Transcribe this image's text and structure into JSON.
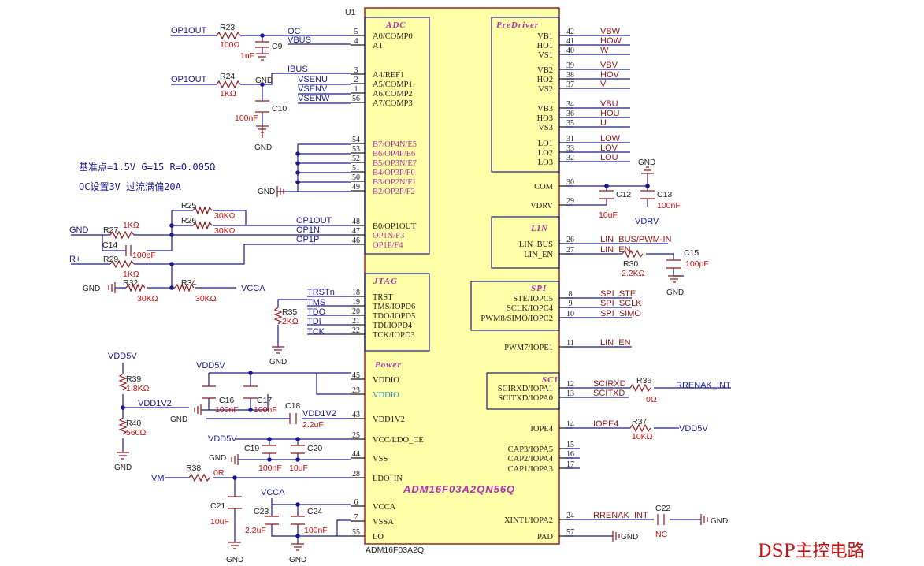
{
  "chip": {
    "ref": "U1",
    "name": "ADM16F03A2QN56Q",
    "footer": "ADM16F03A2Q"
  },
  "blocks": {
    "adc": "ADC",
    "predriver": "PreDriver",
    "lin": "LIN",
    "spi": "SPI",
    "jtag": "JTAG",
    "sci": "SCI",
    "power": "Power"
  },
  "left_pins": [
    {
      "num": "5",
      "name": "A0/COMP0",
      "style": "n"
    },
    {
      "num": "4",
      "name": "A1",
      "style": "n"
    },
    {
      "num": "3",
      "name": "A4/REF1",
      "style": "n"
    },
    {
      "num": "2",
      "name": "A5/COMP1",
      "style": "n"
    },
    {
      "num": "1",
      "name": "A6/COMP2",
      "style": "n"
    },
    {
      "num": "56",
      "name": "A7/COMP3",
      "style": "n"
    },
    {
      "num": "54",
      "name": "B7/OP4N/E5",
      "style": "m"
    },
    {
      "num": "53",
      "name": "B6/OP4P/E6",
      "style": "m"
    },
    {
      "num": "52",
      "name": "B5/OP3N/E7",
      "style": "m"
    },
    {
      "num": "51",
      "name": "B4/OP3P/F0",
      "style": "m"
    },
    {
      "num": "50",
      "name": "B3/OP2N/F1",
      "style": "m"
    },
    {
      "num": "49",
      "name": "B2/OP2P/F2",
      "style": "m"
    },
    {
      "num": "48",
      "name": "B0/OP1OUT",
      "style": "n"
    },
    {
      "num": "47",
      "name": "OP1N/F3",
      "style": "m"
    },
    {
      "num": "46",
      "name": "OP1P/F4",
      "style": "m"
    },
    {
      "num": "18",
      "name": "TRST",
      "style": "n"
    },
    {
      "num": "19",
      "name": "TMS/IOPD6",
      "style": "n"
    },
    {
      "num": "20",
      "name": "TDO/IOPD5",
      "style": "n"
    },
    {
      "num": "21",
      "name": "TDI/IOPD4",
      "style": "n"
    },
    {
      "num": "22",
      "name": "TCK/IOPD3",
      "style": "n"
    },
    {
      "num": "45",
      "name": "VDDIO",
      "style": "n"
    },
    {
      "num": "23",
      "name": "VDDIO",
      "style": "c"
    },
    {
      "num": "43",
      "name": "VDD1V2",
      "style": "n"
    },
    {
      "num": "25",
      "name": "VCC/LDO_CE",
      "style": "n"
    },
    {
      "num": "44",
      "name": "VSS",
      "style": "n"
    },
    {
      "num": "28",
      "name": "LDO_IN",
      "style": "n"
    },
    {
      "num": "6",
      "name": "VCCA",
      "style": "n"
    },
    {
      "num": "7",
      "name": "VSSA",
      "style": "n"
    },
    {
      "num": "55",
      "name": "LO",
      "style": "n"
    }
  ],
  "right_pins": [
    {
      "num": "42",
      "name": "VB1",
      "net": "VBW"
    },
    {
      "num": "41",
      "name": "HO1",
      "net": "HOW"
    },
    {
      "num": "40",
      "name": "VS1",
      "net": "W"
    },
    {
      "num": "39",
      "name": "VB2",
      "net": "VBV"
    },
    {
      "num": "38",
      "name": "HO2",
      "net": "HOV"
    },
    {
      "num": "37",
      "name": "VS2",
      "net": "V"
    },
    {
      "num": "34",
      "name": "VB3",
      "net": "VBU"
    },
    {
      "num": "36",
      "name": "HO3",
      "net": "HOU"
    },
    {
      "num": "35",
      "name": "VS3",
      "net": "U"
    },
    {
      "num": "31",
      "name": "LO1",
      "net": "LOW"
    },
    {
      "num": "33",
      "name": "LO2",
      "net": "LOV"
    },
    {
      "num": "32",
      "name": "LO3",
      "net": "LOU"
    },
    {
      "num": "30",
      "name": "COM",
      "net": ""
    },
    {
      "num": "29",
      "name": "VDRV",
      "net": ""
    },
    {
      "num": "26",
      "name": "LIN_BUS",
      "net": "LIN_BUS/PWM-IN"
    },
    {
      "num": "27",
      "name": "LIN_EN",
      "net": "LIN_EN"
    },
    {
      "num": "8",
      "name": "STE/IOPC5",
      "net": "SPI_STE"
    },
    {
      "num": "9",
      "name": "SCLK/IOPC4",
      "net": "SPI_SCLK"
    },
    {
      "num": "10",
      "name": "PWM8/SIMO/IOPC2",
      "net": "SPI_SIMO"
    },
    {
      "num": "11",
      "name": "PWM7/IOPE1",
      "net": "LIN_EN"
    },
    {
      "num": "12",
      "name": "SCIRXD/IOPA1",
      "net": "SCIRXD"
    },
    {
      "num": "13",
      "name": "SCITXD/IOPA0",
      "net": "SCITXD"
    },
    {
      "num": "14",
      "name": "IOPE4",
      "net": "IOPE4"
    },
    {
      "num": "15",
      "name": "CAP3/IOPA5",
      "net": ""
    },
    {
      "num": "16",
      "name": "CAP2/IOPA4",
      "net": ""
    },
    {
      "num": "17",
      "name": "CAP1/IOPA3",
      "net": ""
    },
    {
      "num": "24",
      "name": "XINT1/IOPA2",
      "net": "RRENAK_INT"
    },
    {
      "num": "57",
      "name": "PAD",
      "net": ""
    }
  ],
  "left_nets": {
    "op1out_a": "OP1OUT",
    "oc": "OC",
    "vbus": "VBUS",
    "op1out_b": "OP1OUT",
    "ibus": "IBUS",
    "vsenu": "VSENU",
    "vsenv": "VSENV",
    "vsenw": "VSENW",
    "op1out_c": "OP1OUT",
    "op1n": "OP1N",
    "op1p": "OP1P",
    "gnd_in": "GND",
    "rplus": "R+",
    "vcca_r34": "VCCA",
    "trstn": "TRSTn",
    "tms": "TMS",
    "tdo": "TDO",
    "tdi": "TDI",
    "tck": "TCK",
    "vdd5v_a": "VDD5V",
    "vdd1v2_a": "VDD1V2",
    "vdd5v_b": "VDD5V",
    "vdd1v2_b": "VDD1V2",
    "vdd5v_c": "VDD5V",
    "vm": "VM",
    "vcca_c23": "VCCA"
  },
  "right_nets": {
    "vdrv": "VDRV",
    "rrenak": "RRENAK_INT",
    "vdd5v": "VDD5V"
  },
  "components": {
    "r23": {
      "ref": "R23",
      "val": "100Ω"
    },
    "c9": {
      "ref": "C9",
      "val": "1nF"
    },
    "r24": {
      "ref": "R24",
      "val": "1KΩ"
    },
    "c10": {
      "ref": "C10",
      "val": "100nF"
    },
    "r25": {
      "ref": "R25",
      "val": "30KΩ"
    },
    "r26": {
      "ref": "R26",
      "val": "30KΩ"
    },
    "r27": {
      "ref": "R27",
      "val": "1KΩ"
    },
    "c14": {
      "ref": "C14",
      "val": "100pF"
    },
    "r29": {
      "ref": "R29",
      "val": "1KΩ"
    },
    "r32": {
      "ref": "R32",
      "val": "30KΩ"
    },
    "r34": {
      "ref": "R34",
      "val": "30KΩ"
    },
    "r35": {
      "ref": "R35",
      "val": "2KΩ"
    },
    "r39": {
      "ref": "R39",
      "val": "1.8KΩ"
    },
    "r40": {
      "ref": "R40",
      "val": "560Ω"
    },
    "c16": {
      "ref": "C16",
      "val": "100nF"
    },
    "c17": {
      "ref": "C17",
      "val": "100nF"
    },
    "c18": {
      "ref": "C18",
      "val": "2.2uF"
    },
    "c19": {
      "ref": "C19",
      "val": "100nF"
    },
    "c20": {
      "ref": "C20",
      "val": "10uF"
    },
    "r38": {
      "ref": "R38",
      "val": "0R"
    },
    "c21": {
      "ref": "C21",
      "val": "10uF"
    },
    "c23": {
      "ref": "C23",
      "val": "2.2uF"
    },
    "c24": {
      "ref": "C24",
      "val": "100nF"
    },
    "c12": {
      "ref": "C12",
      "val": "10uF"
    },
    "c13": {
      "ref": "C13",
      "val": "100nF"
    },
    "r30": {
      "ref": "R30",
      "val": "2.2KΩ"
    },
    "c15": {
      "ref": "C15",
      "val": "100pF"
    },
    "r36": {
      "ref": "R36",
      "val": "0Ω"
    },
    "r37": {
      "ref": "R37",
      "val": "10KΩ"
    },
    "c22": {
      "ref": "C22",
      "val": "NC"
    }
  },
  "gnd_label": "GND",
  "notes": {
    "line1": "基准点=1.5V  G=15 R=0.005Ω",
    "line2": "OC设置3V  过流满偏20A"
  },
  "sheet_title": "DSP主控电路"
}
